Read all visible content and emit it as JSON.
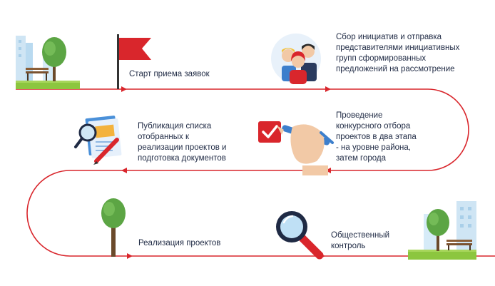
{
  "colors": {
    "accent": "#d9262c",
    "text": "#1f2a44",
    "tree": "#5ca544",
    "sky": "#d6ebf8"
  },
  "steps": [
    {
      "label": "Старт приема заявок",
      "icon": "red-flag-icon"
    },
    {
      "label": "Сбор инициатив и отправка\nпредставителями инициативных\nгрупп сформированных\nпредложений на рассмотрение",
      "icon": "people-group-icon"
    },
    {
      "label": "Проведение\nконкурсного отбора\nпроектов в два этапа\n- на уровне района,\nзатем города",
      "icon": "checkbox-pen-icon"
    },
    {
      "label": "Публикация списка\nотобранных к\nреализации проектов и\nподготовка документов",
      "icon": "document-magnifier-icon"
    },
    {
      "label": "Реализация проектов",
      "icon": "tree-icon"
    },
    {
      "label": "Общественный\nконтроль",
      "icon": "magnifier-icon"
    }
  ]
}
